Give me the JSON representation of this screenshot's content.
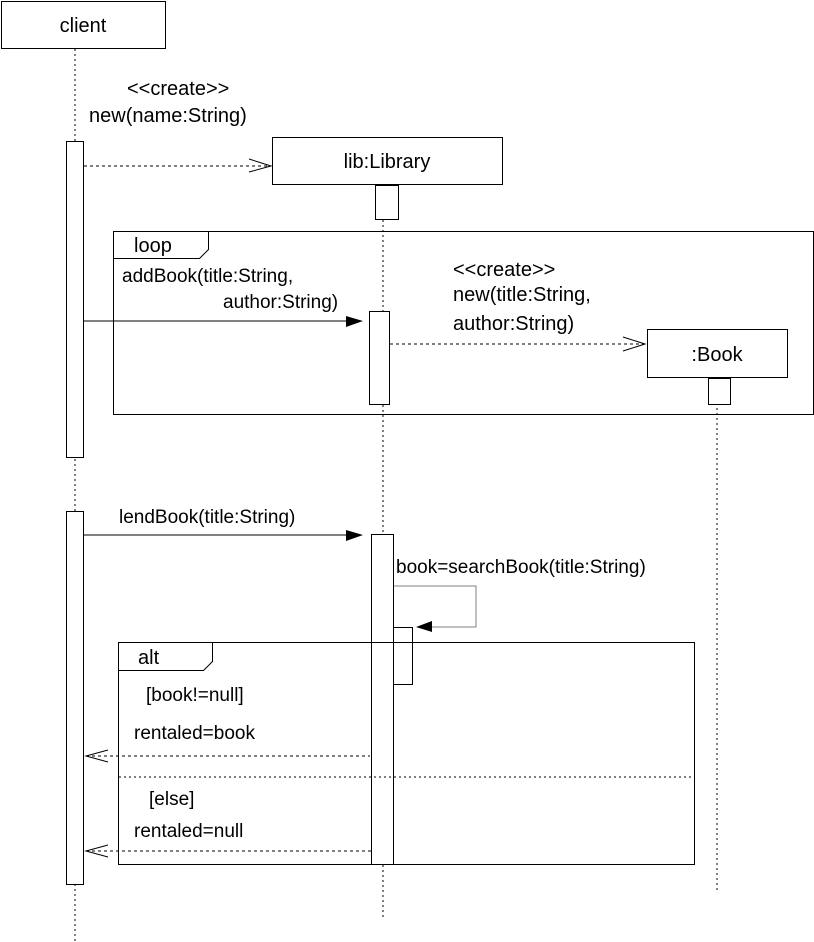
{
  "participants": {
    "client": "client",
    "library": "lib:Library",
    "book": ":Book"
  },
  "messages": {
    "create_library": {
      "stereotype": "<<create>>",
      "signature": "new(name:String)"
    },
    "add_book": {
      "line1": "addBook(title:String,",
      "line2": "author:String)"
    },
    "create_book": {
      "stereotype": "<<create>>",
      "line1": "new(title:String,",
      "line2": "author:String)"
    },
    "lend_book": "lendBook(title:String)",
    "search_book": "book=searchBook(title:String)",
    "return_book": "rentaled=book",
    "return_null": "rentaled=null"
  },
  "fragments": {
    "loop": {
      "operator": "loop"
    },
    "alt": {
      "operator": "alt",
      "guard1": "[book!=null]",
      "guard2": "[else]"
    }
  }
}
